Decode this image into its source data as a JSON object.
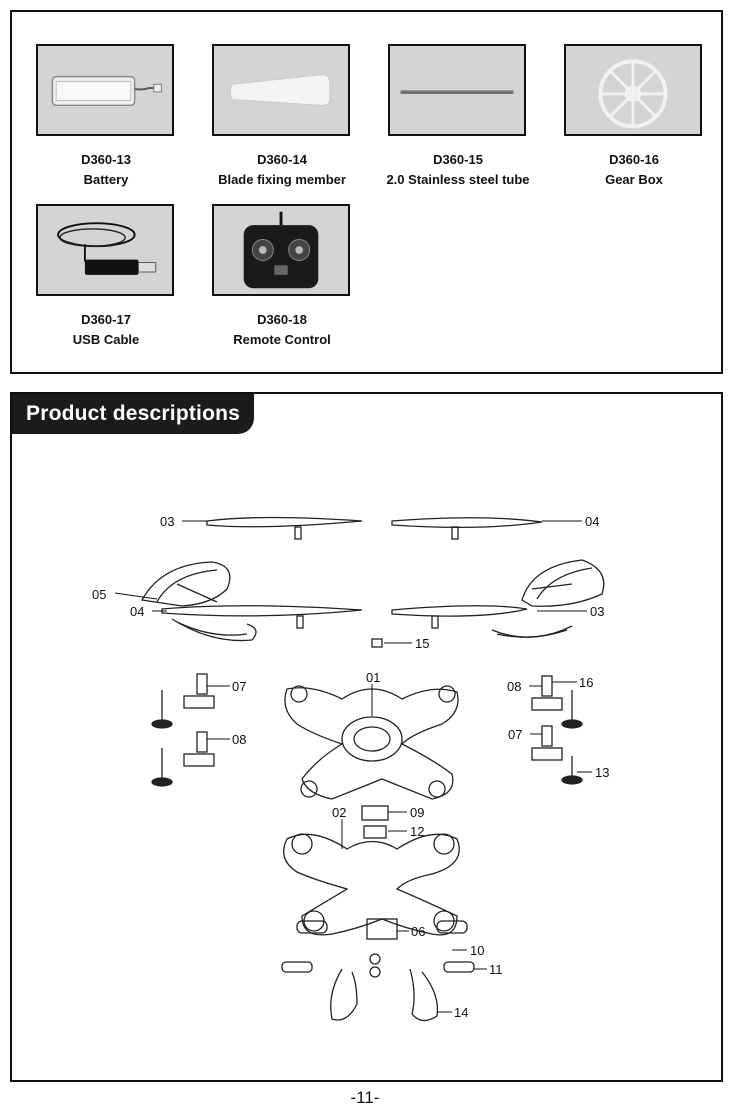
{
  "parts": [
    {
      "code": "D360-13",
      "name": "Battery",
      "icon": "battery-icon"
    },
    {
      "code": "D360-14",
      "name": "Blade fixing member",
      "icon": "blade-fixing-member-icon"
    },
    {
      "code": "D360-15",
      "name": "2.0 Stainless steel tube",
      "icon": "steel-tube-icon"
    },
    {
      "code": "D360-16",
      "name": "Gear Box",
      "icon": "gear-box-icon"
    },
    {
      "code": "D360-17",
      "name": "USB Cable",
      "icon": "usb-cable-icon"
    },
    {
      "code": "D360-18",
      "name": "Remote Control",
      "icon": "remote-control-icon"
    }
  ],
  "descriptions": {
    "title": "Product descriptions",
    "callouts": [
      "03",
      "04",
      "05",
      "04",
      "03",
      "15",
      "07",
      "08",
      "01",
      "08",
      "16",
      "07",
      "13",
      "02",
      "09",
      "12",
      "06",
      "10",
      "11",
      "14"
    ]
  },
  "page_number": "-11-"
}
